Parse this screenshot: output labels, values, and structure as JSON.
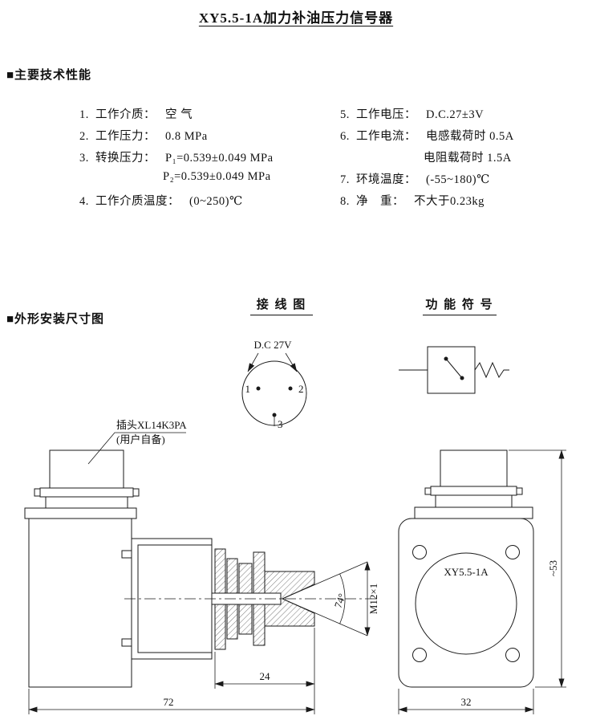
{
  "title": "XY5.5-1A加力补油压力信号器",
  "sections": {
    "specs": "■主要技术性能",
    "dims": "■外形安装尺寸图"
  },
  "specs_left": [
    {
      "num": "1.",
      "label": "工作介质：",
      "value": "空 气"
    },
    {
      "num": "2.",
      "label": "工作压力：",
      "value": "0.8 MPa"
    },
    {
      "num": "3.",
      "label": "转换压力：",
      "value": "P₁=0.539±0.049 MPa"
    },
    {
      "num": "",
      "label": "",
      "value": "P₂=0.539±0.049 MPa"
    },
    {
      "num": "4.",
      "label": "工作介质温度：",
      "value": "(0~250)℃"
    }
  ],
  "specs_right": [
    {
      "num": "5.",
      "label": "工作电压：",
      "value": "D.C.27±3V"
    },
    {
      "num": "6.",
      "label": "工作电流：",
      "value": "电感载荷时 0.5A"
    },
    {
      "num": "",
      "label": "",
      "value": "电阻载荷时 1.5A"
    },
    {
      "num": "7.",
      "label": "环境温度：",
      "value": "(-55~180)℃"
    },
    {
      "num": "8.",
      "label": "净　重：",
      "value": "不大于0.23kg"
    }
  ],
  "wiring": {
    "title": "接 线 图",
    "voltage": "D.C 27V",
    "pins": [
      "1",
      "2",
      "3"
    ]
  },
  "func_symbol": {
    "title": "功 能 符 号"
  },
  "outline": {
    "plug_note_line1": "插头XL14K3PA",
    "plug_note_line2": "(用户自备)",
    "thread": "M12×1",
    "cone_angle": "74°",
    "dim_nozzle": "24",
    "dim_length": "72",
    "model": "XY5.5-1A",
    "dim_width": "32",
    "dim_height": "~53"
  }
}
